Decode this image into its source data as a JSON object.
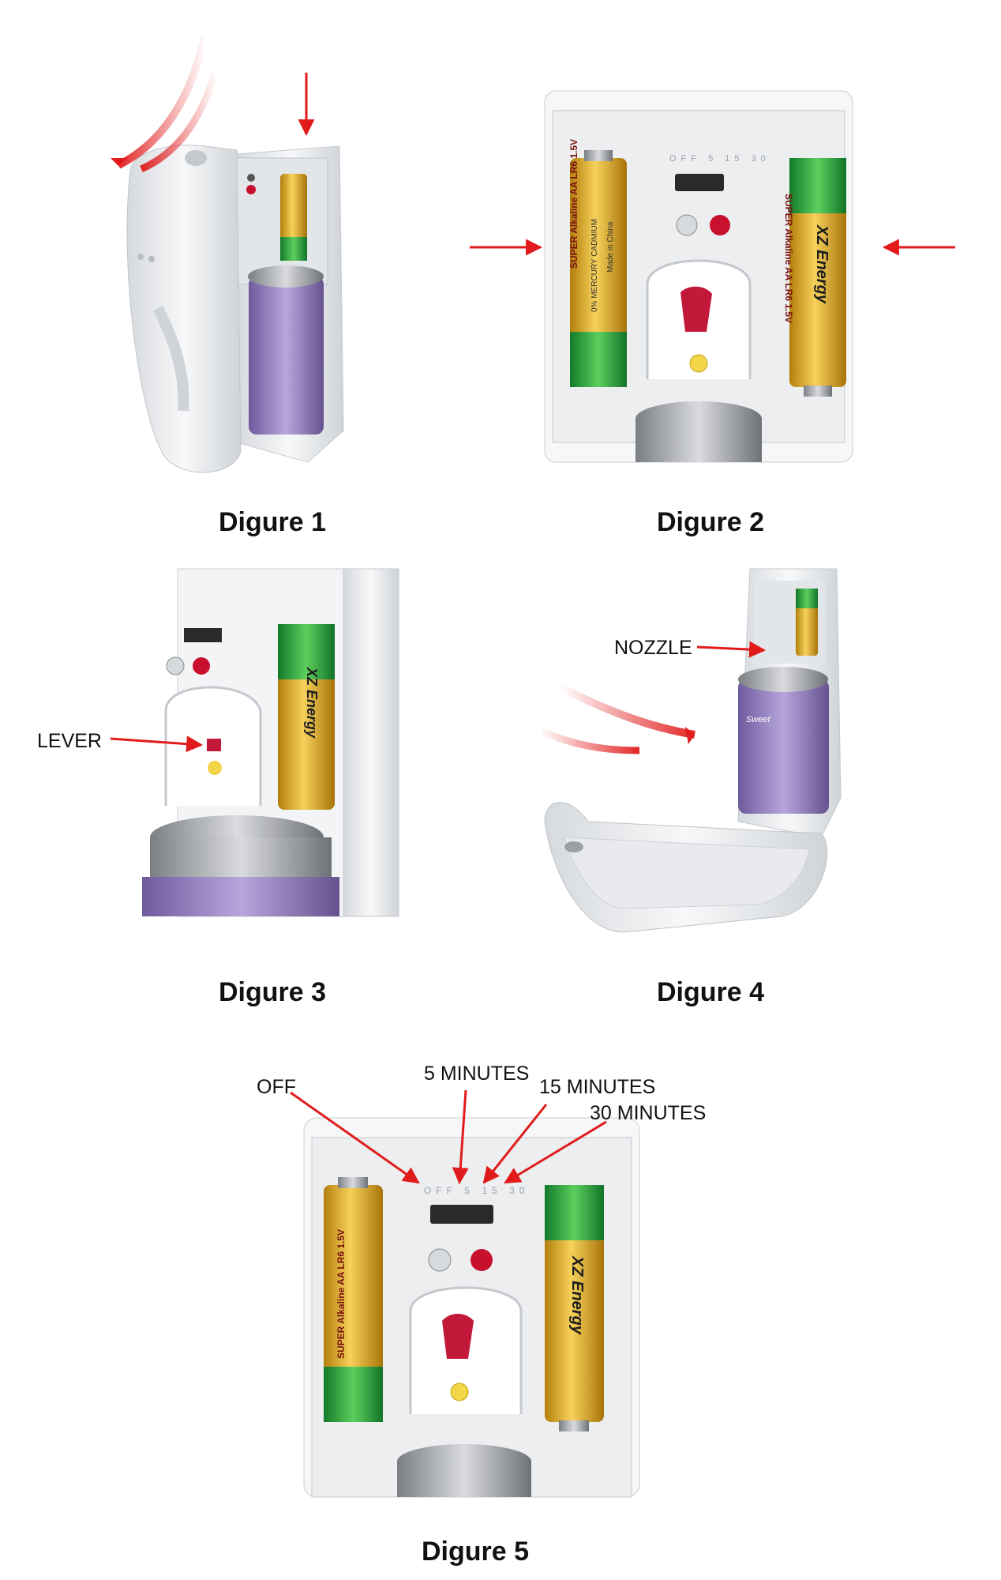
{
  "captions": {
    "fig1": "Digure 1",
    "fig2": "Digure 2",
    "fig3": "Digure 3",
    "fig4": "Digure 4",
    "fig5": "Digure 5"
  },
  "labels": {
    "lever": "LEVER",
    "nozzle": "NOZZLE",
    "off": "OFF",
    "five": "5 MINUTES",
    "fifteen": "15 MINUTES",
    "thirty": "30 MINUTES"
  },
  "battery_text": {
    "brand": "XZ Energy",
    "type": "SUPER Alkaline AA LR6 1.5V",
    "note": "0% MERCURY CADMIUM",
    "origin": "Made in China"
  },
  "timer_marks": [
    "OFF",
    "5",
    "15",
    "30"
  ],
  "can_label": "Sweet",
  "colors": {
    "arrow": "#e11b1b",
    "housing": "#eef0f2",
    "battery_gold": "#d4a21a",
    "battery_green": "#1f9e3a",
    "can_purple": "#8d7ab8",
    "led_red": "#c8102e"
  }
}
